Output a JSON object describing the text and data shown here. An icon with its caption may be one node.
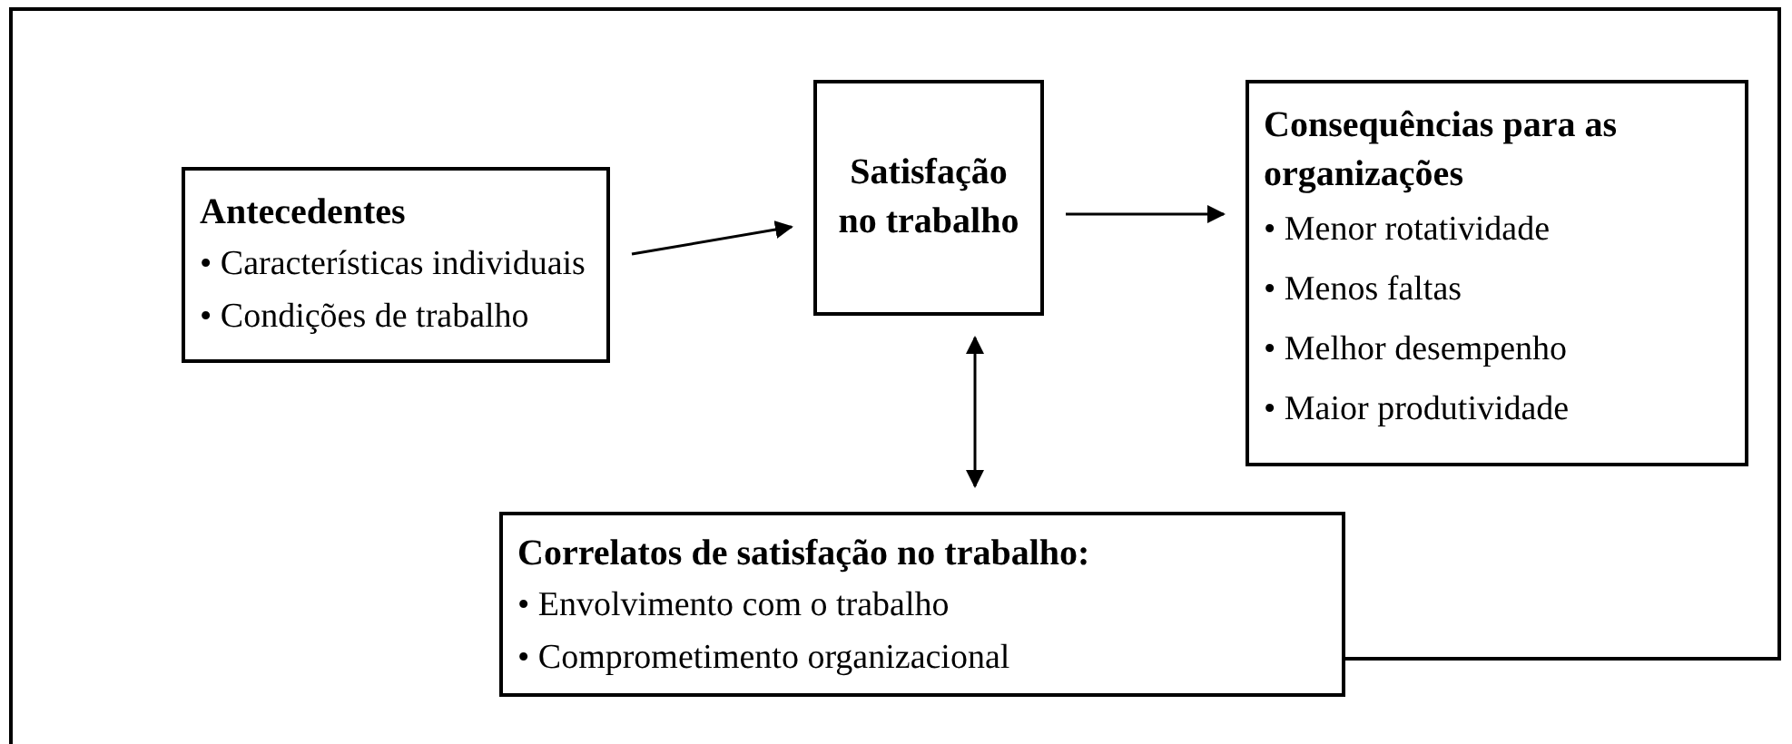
{
  "diagram": {
    "nodes": [
      {
        "text": [
          "Antecedentes",
          "• Características individuais",
          "• Condições de trabalho"
        ]
      },
      {
        "text": [
          "Satisfação no trabalho"
        ]
      },
      {
        "text": [
          "Consequências para as organizações",
          "• Menor rotatividade",
          "• Menos faltas",
          "• Melhor desempenho",
          "• Maior produtividade"
        ]
      },
      {
        "text": [
          "Correlatos de satisfação no trabalho:",
          "• Envolvimento com o trabalho",
          "• Comprometimento organizacional"
        ]
      }
    ],
    "edges": [
      {
        "from": 0,
        "to": 1,
        "arrow": "to"
      },
      {
        "from": 1,
        "to": 2,
        "arrow": "to"
      },
      {
        "from": 1,
        "to": 3,
        "arrow": "both"
      }
    ]
  }
}
